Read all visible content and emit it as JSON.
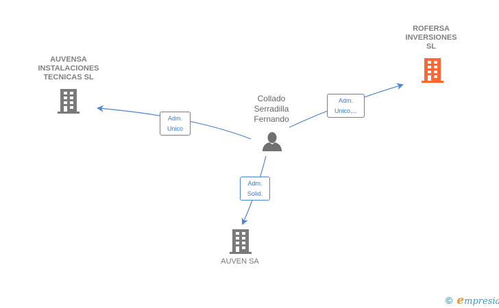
{
  "colors": {
    "edge": "#4a86d4",
    "company_gray": "#7a7a7a",
    "company_highlight": "#ff6633",
    "person": "#707070"
  },
  "nodes": {
    "auvensa": {
      "name": "AUVENSA INSTALACIONES TECNICAS  SL",
      "lines": [
        "AUVENSA",
        "INSTALACIONES",
        "TECNICAS  SL"
      ],
      "icon": "building-icon"
    },
    "rofersa": {
      "name": "ROFERSA INVERSIONES SL",
      "lines": [
        "ROFERSA",
        "INVERSIONES",
        "SL"
      ],
      "icon": "building-icon",
      "highlight": true
    },
    "person": {
      "name": "Collado Serradilla Fernando",
      "lines": [
        "Collado",
        "Serradilla",
        "Fernando"
      ],
      "icon": "person-icon"
    },
    "auven": {
      "name": "AUVEN SA",
      "lines": [
        "AUVEN SA"
      ],
      "icon": "building-icon"
    }
  },
  "edges": [
    {
      "from": "person",
      "to": "auvensa",
      "label_lines": [
        "Adm.",
        "Unico"
      ]
    },
    {
      "from": "person",
      "to": "rofersa",
      "label_lines": [
        "Adm.",
        "Unico,..."
      ]
    },
    {
      "from": "person",
      "to": "auven",
      "label_lines": [
        "Adm.",
        "Solid."
      ]
    }
  ],
  "footer": {
    "copyright_symbol": "©",
    "brand_initial": "e",
    "brand_rest": "mpresia"
  }
}
